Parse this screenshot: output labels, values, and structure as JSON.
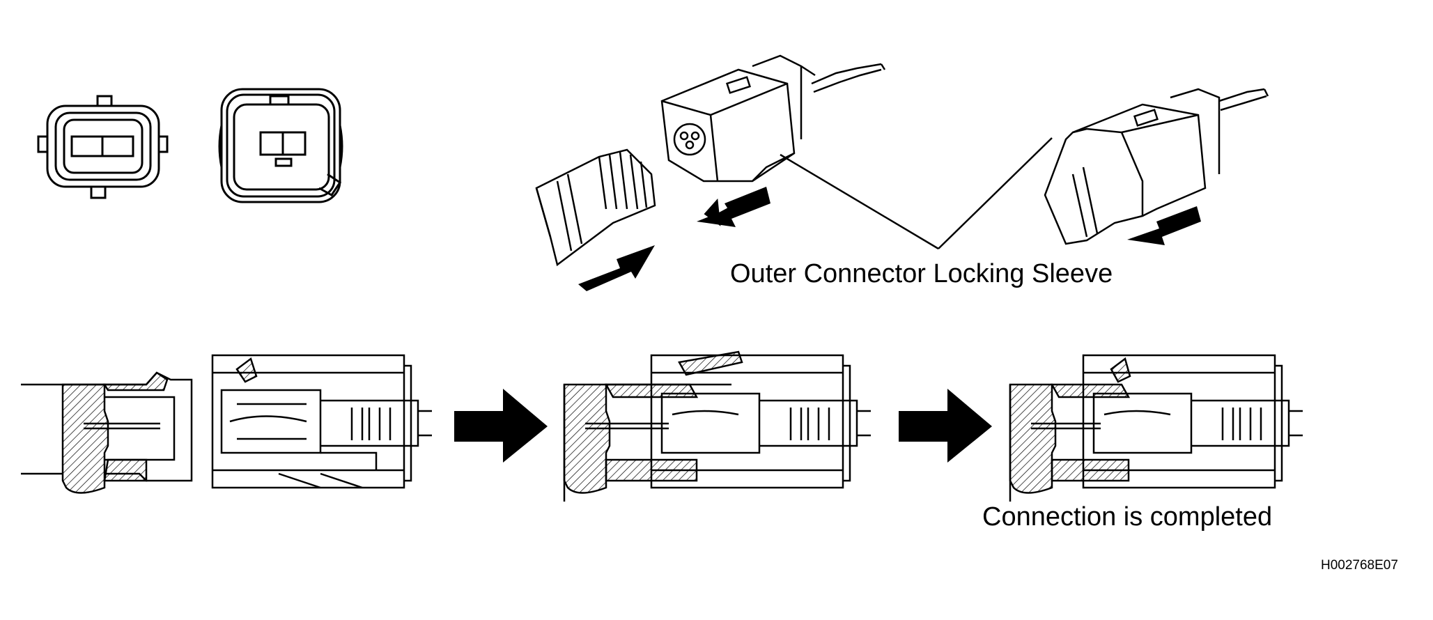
{
  "labels": {
    "locking_sleeve": "Outer Connector Locking Sleeve",
    "connection_completed": "Connection is completed",
    "figure_code": "H002768E07"
  },
  "colors": {
    "line": "#000000",
    "background": "#ffffff"
  }
}
